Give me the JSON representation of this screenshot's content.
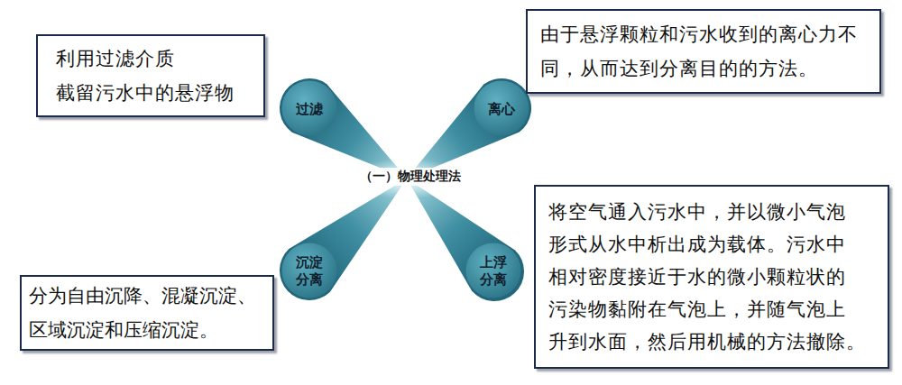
{
  "diagram": {
    "nodes": [
      {
        "text": [
          "利用过滤介质 截留污水中的悬浮物"
        ]
      },
      {
        "text": [
          "过滤"
        ]
      },
      {
        "text": [
          "离心"
        ]
      },
      {
        "text": [
          "由于悬浮颗粒和污水收到的离心力不 同，从而达到分离目的的方法。"
        ]
      },
      {
        "text": [
          "将空气通入污水中，并以微小气泡 形式从水中析出成为载体。污水中 相对密度接近于水的微小颗粒状的 污染物黏附在气泡上，并随气泡上 升到水面，然后用机械的方法撤除。"
        ]
      },
      {
        "text": [
          "沉淀 分离"
        ]
      },
      {
        "text": [
          "上浮 分离"
        ]
      },
      {
        "text": [
          "分为自由沉降、混凝沉淀、 区域沉淀和压缩沉淀。"
        ]
      }
    ],
    "labels": [
      "（一）物理处理法"
    ]
  }
}
